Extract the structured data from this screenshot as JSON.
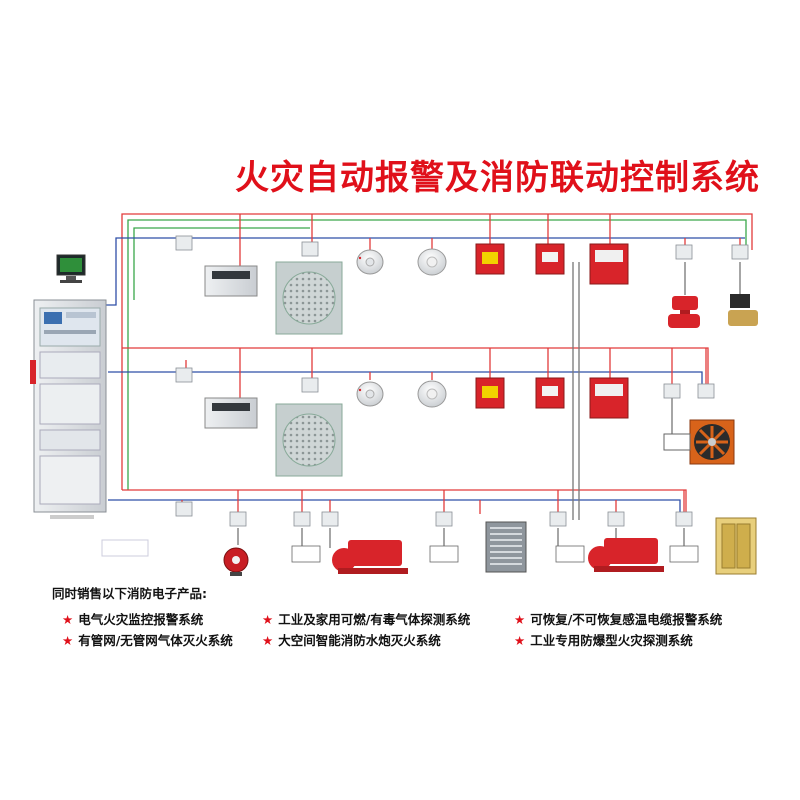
{
  "title": "火灾自动报警及消防联动控制系统",
  "footer": {
    "intro": "同时销售以下消防电子产品:",
    "products": [
      "电气火灾监控报警系统",
      "工业及家用可燃/有毒气体探测系统",
      "可恢复/不可恢复感温电缆报警系统",
      "有管网/无管网气体灭火系统",
      "大空间智能消防水炮灭火系统",
      "工业专用防爆型火灾探测系统"
    ]
  },
  "colors": {
    "title": "#e0101a",
    "wire_red": "#e23b3b",
    "wire_blue": "#2f4fa8",
    "wire_green": "#3aa84a",
    "wire_gray": "#777777",
    "device_red": "#d8242a"
  },
  "icons": [
    "monitor-icon",
    "fire-control-cabinet-icon",
    "module-box-icon",
    "display-panel-icon",
    "speaker-icon",
    "smoke-detector-icon",
    "heat-detector-icon",
    "manual-call-point-icon",
    "hydrant-button-icon",
    "sounder-strobe-icon",
    "valve-icon",
    "solenoid-valve-icon",
    "exhaust-fan-icon",
    "alarm-bell-icon",
    "fire-pump-icon",
    "fire-damper-icon",
    "elevator-icon"
  ]
}
